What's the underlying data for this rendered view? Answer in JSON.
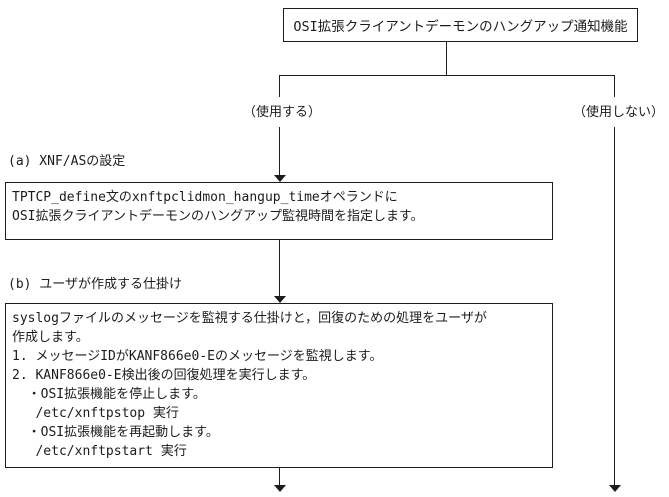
{
  "diagram": {
    "title": "OSI拡張クライアントデーモンのハングアップ通知機能",
    "branches": {
      "left_label": "（使用する）",
      "right_label": "（使用しない）"
    },
    "sections": {
      "a_label": "(a) XNF/ASの設定",
      "b_label": "(b) ユーザが作成する仕掛け"
    },
    "box_a": {
      "lines": [
        "TPTCP_define文のxnftpclidmon_hangup_timeオペランドに",
        "OSI拡張クライアントデーモンのハングアップ監視時間を指定します。"
      ]
    },
    "box_b": {
      "lines": [
        "syslogファイルのメッセージを監視する仕掛けと，回復のための処理をユーザが",
        "作成します。",
        "1. メッセージIDがKANF866e0-Eのメッセージを監視します。",
        "2. KANF866e0-E検出後の回復処理を実行します。",
        "  ・OSI拡張機能を停止します。",
        "   /etc/xnftpstop 実行",
        "  ・OSI拡張機能を再起動します。",
        "   /etc/xnftpstart 実行"
      ]
    },
    "colors": {
      "background": "#ffffff",
      "line": "#1c1c1c",
      "text": "#1c1c1c"
    }
  }
}
